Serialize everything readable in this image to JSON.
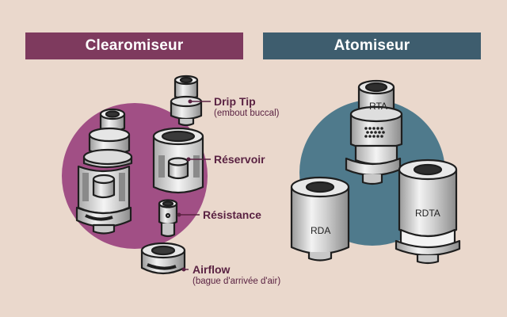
{
  "headers": {
    "left": "Clearomiseur",
    "right": "Atomiseur"
  },
  "parts": [
    {
      "name": "Drip Tip",
      "sub": "(embout buccal)"
    },
    {
      "name": "Réservoir",
      "sub": ""
    },
    {
      "name": "Résistance",
      "sub": ""
    },
    {
      "name": "Airflow",
      "sub": "(bague d'arrivée d'air)"
    }
  ],
  "atomizers": {
    "rta": "RTA",
    "rda": "RDA",
    "rdta": "RDTA"
  },
  "colors": {
    "clearomiseur": "#7e3a5e",
    "atomiseur": "#3e5d6e",
    "clearo_circle": "#a14f85",
    "atom_circle": "#4f7a8c",
    "background": "#ead8cc"
  }
}
